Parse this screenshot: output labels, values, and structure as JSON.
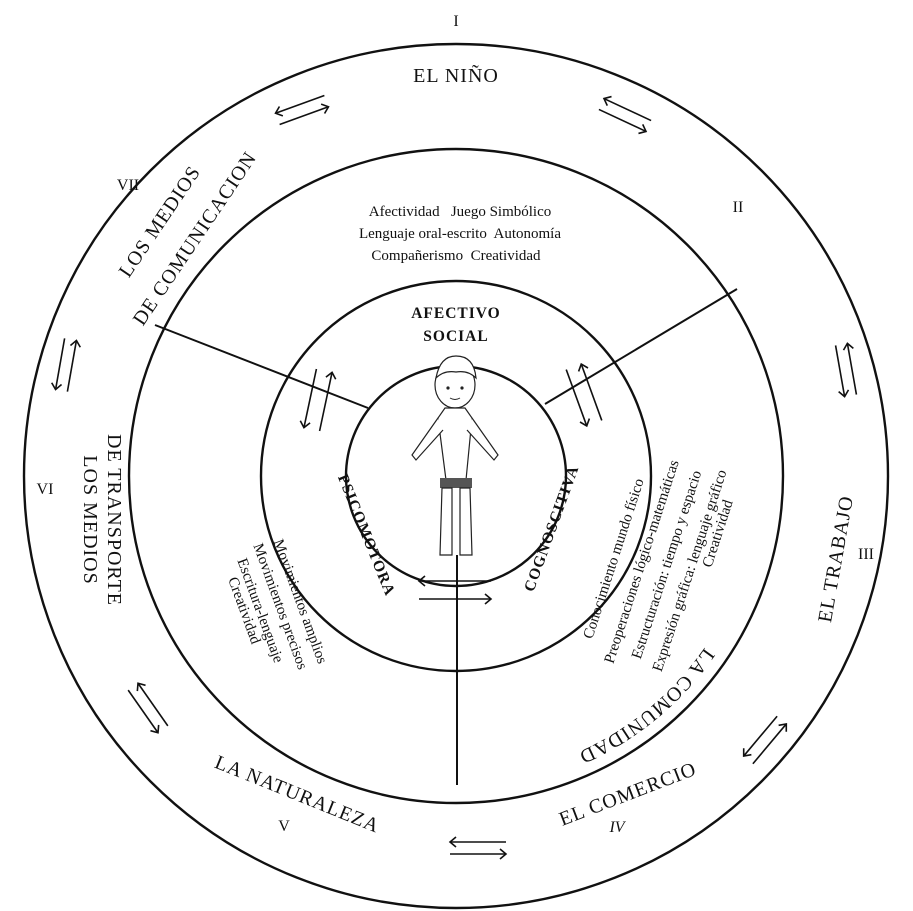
{
  "outer_themes": [
    {
      "numeral": "I",
      "label": "EL NIÑO"
    },
    {
      "numeral": "II",
      "label": "LA COMUNIDAD"
    },
    {
      "numeral": "III",
      "label": "EL TRABAJO"
    },
    {
      "numeral": "IV",
      "label": "EL COMERCIO"
    },
    {
      "numeral": "V",
      "label": "LA NATURALEZA"
    },
    {
      "numeral": "VI",
      "label_line1": "LOS MEDIOS",
      "label_line2": "DE TRANSPORTE"
    },
    {
      "numeral": "VII",
      "label_line1": "LOS MEDIOS",
      "label_line2": "DE COMUNICACION"
    }
  ],
  "dimensions": {
    "affective_line1": "AFECTIVO",
    "affective_line2": "SOCIAL",
    "psychomotor": "PSICOMOTORA",
    "cognitive": "COGNOSCITIVA"
  },
  "affective_items": [
    "Afectividad   Juego Simbólico",
    "Lenguaje oral-escrito  Autonomía",
    "Compañerismo  Creatividad"
  ],
  "psychomotor_items": [
    "Movimientos amplios",
    "Movimientos precisos",
    "Escritura-lenguaje",
    "Creatividad"
  ],
  "cognitive_items": [
    "Conocimiento mundo físico",
    "Preoperaciones lógico-matemáticas",
    "Estructuración: tiempo y espacio",
    "Expresión gráfica: lenguaje gráfico",
    "Creatividad"
  ],
  "icons": {
    "center": "child-figure-icon",
    "arrows": "double-arrow-icon"
  }
}
